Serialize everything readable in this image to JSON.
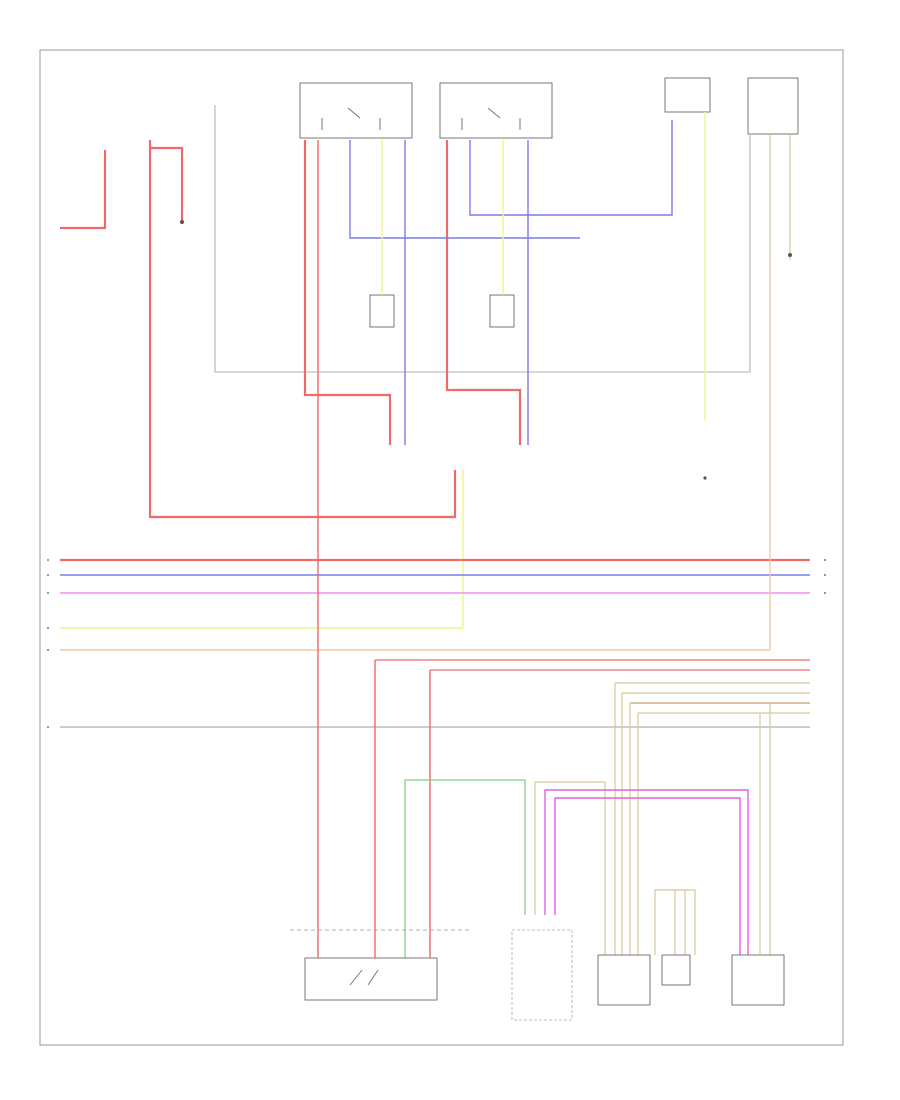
{
  "diagram": {
    "footer_label": "",
    "components": [
      {
        "id": "left-headlight-switch",
        "label": ""
      },
      {
        "id": "right-headlight-switch",
        "label": ""
      },
      {
        "id": "fuse-block",
        "label": ""
      },
      {
        "id": "combination-switch",
        "label": ""
      },
      {
        "id": "left-fog-lamp",
        "label": ""
      },
      {
        "id": "right-fog-lamp",
        "label": ""
      },
      {
        "id": "exterior-lights-control-module",
        "label": ""
      },
      {
        "id": "left-motor",
        "label": ""
      },
      {
        "id": "right-motor",
        "label": ""
      },
      {
        "id": "center-switch",
        "label": ""
      }
    ],
    "wire_colors": {
      "red": "#f06a6a",
      "blue": "#7b7be8",
      "pink": "#f08ef0",
      "yellow": "#f2f28a",
      "orange": "#f6c9a0",
      "gray": "#999999",
      "green": "#7ccf7c",
      "tan": "#d9c79a",
      "magenta": "#e060e0"
    }
  }
}
